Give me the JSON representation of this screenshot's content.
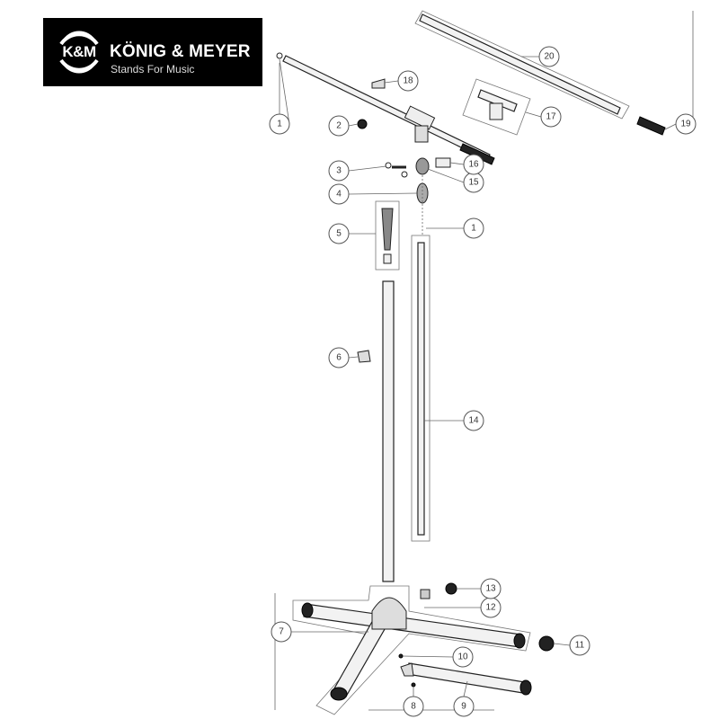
{
  "logo": {
    "mark": "K&M",
    "name": "KÖNIG & MEYER",
    "tagline": "Stands For Music"
  },
  "callouts": {
    "c1a": "1",
    "c2": "2",
    "c3": "3",
    "c4": "4",
    "c5": "5",
    "c6": "6",
    "c7": "7",
    "c8": "8",
    "c9": "9",
    "c10": "10",
    "c11": "11",
    "c12": "12",
    "c13": "13",
    "c14": "14",
    "c15": "15",
    "c16": "16",
    "c17": "17",
    "c18": "18",
    "c19": "19",
    "c20": "20",
    "c1b": "1"
  }
}
